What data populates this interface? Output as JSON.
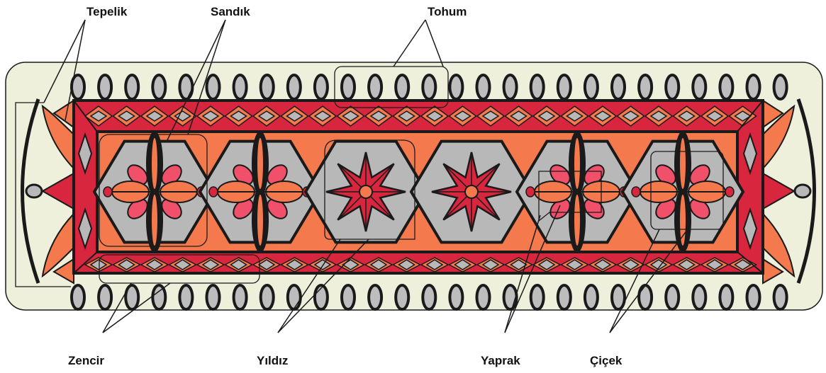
{
  "labels": {
    "tepelik": "Tepelik",
    "sandik": "Sandık",
    "tohum": "Tohum",
    "zencir": "Zencir",
    "yildiz": "Yıldız",
    "yaprak": "Yaprak",
    "cicek": "Çiçek"
  },
  "colors": {
    "background_panel": "#EEF0DC",
    "outline": "#1A1A1A",
    "red": "#D7263D",
    "orange": "#F47A4E",
    "pink": "#F0506A",
    "grey": "#B8B8B8",
    "bead": "#BDBDBD"
  }
}
